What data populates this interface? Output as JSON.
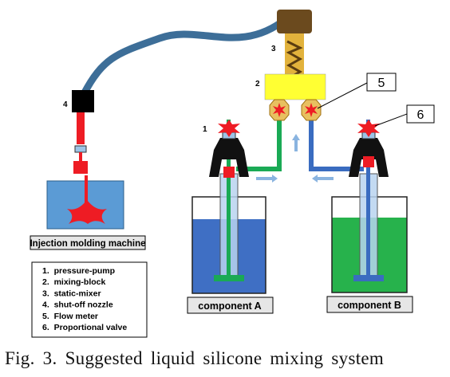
{
  "figure": {
    "caption": "Fig. 3. Suggested liquid silicone mixing system",
    "machine_label": "Injection molding machine",
    "component_a_label": "component A",
    "component_b_label": "component B",
    "part_numbers": {
      "pump": "1",
      "mixing_block": "2",
      "static_mixer": "3",
      "nozzle": "4",
      "flow_meter": "5",
      "valve": "6"
    },
    "legend": [
      "1.  pressure-pump",
      "2.  mixing-block",
      "3.  static-mixer",
      "4.  shut-off nozzle",
      "5.  Flow meter",
      "6.  Proportional valve"
    ],
    "colors": {
      "hose": "#3d6e98",
      "red": "#ee1c24",
      "mixing_block": "#ffff33",
      "static_mixer": "#e2b23c",
      "mixer_cap": "#6b4a1e",
      "machine_bg": "#5b9bd5",
      "liquid_a": "#3f6fc4",
      "liquid_b": "#27b24c",
      "green_line": "#1aaa55",
      "blue_line": "#3a6cc0",
      "pump_body": "#111111"
    }
  }
}
